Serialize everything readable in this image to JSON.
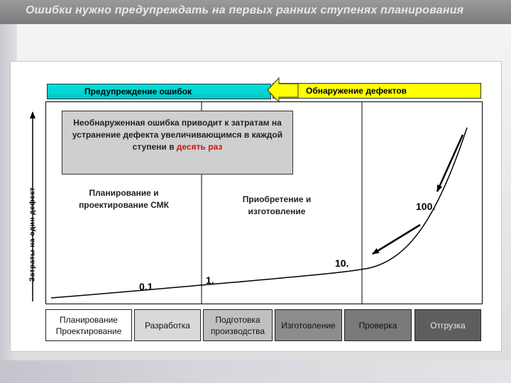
{
  "header": {
    "title": "Ошибки нужно предупреждать на первых ранних ступенях планирования"
  },
  "diagram": {
    "y_axis_label": "Затраты на один дефект",
    "prevention_label": "Предупреждение ошибок",
    "detection_label": "Обнаружение дефектов",
    "callout": {
      "line1": "Необнаруженная ошибка приводит к затратам на устранение дефекта увеличивающимся в каждой ступени в",
      "highlight": "десять раз"
    },
    "stage_labels": {
      "planning": "Планирование и проектирование СМК",
      "acquisition": "Приобретение и изготовление"
    },
    "cost_values": [
      "0.1",
      "1.",
      "10.",
      "100."
    ],
    "steps": [
      {
        "label": "Планирование Проектирование",
        "bg": "#ffffff",
        "fg": "#111111"
      },
      {
        "label": "Разработка",
        "bg": "#d9d9d9",
        "fg": "#111111"
      },
      {
        "label": "Подготовка производства",
        "bg": "#c0c0c0",
        "fg": "#111111"
      },
      {
        "label": "Изготовление",
        "bg": "#8c8c8c",
        "fg": "#111111"
      },
      {
        "label": "Проверка",
        "bg": "#7a7a7a",
        "fg": "#111111"
      },
      {
        "label": "Отгрузка",
        "bg": "#5e5e5e",
        "fg": "#e8e8e8"
      }
    ],
    "colors": {
      "prevention": "#00d4d2",
      "detection": "#ffff00",
      "highlight": "#d01010"
    }
  }
}
